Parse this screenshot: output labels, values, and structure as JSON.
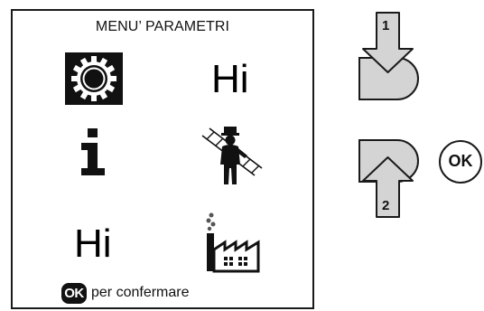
{
  "panel": {
    "title": "MENU’ PARAMETRI",
    "items": [
      {
        "icon": "gear-icon",
        "selected": true
      },
      {
        "label": "Hi"
      },
      {
        "icon": "info-icon"
      },
      {
        "icon": "chimney-sweep-icon"
      },
      {
        "label": "Hi"
      },
      {
        "icon": "factory-icon"
      }
    ],
    "confirm": {
      "badge": "OK",
      "text": "per confermare"
    }
  },
  "controls": {
    "button_1_step": "1",
    "button_2_step": "2",
    "ok_button_label": "OK"
  },
  "colors": {
    "button_fill": "#d4d4d4",
    "arrow_fill": "#d4d4d4",
    "outline": "#1a1a1a",
    "selected_bg": "#111111"
  }
}
